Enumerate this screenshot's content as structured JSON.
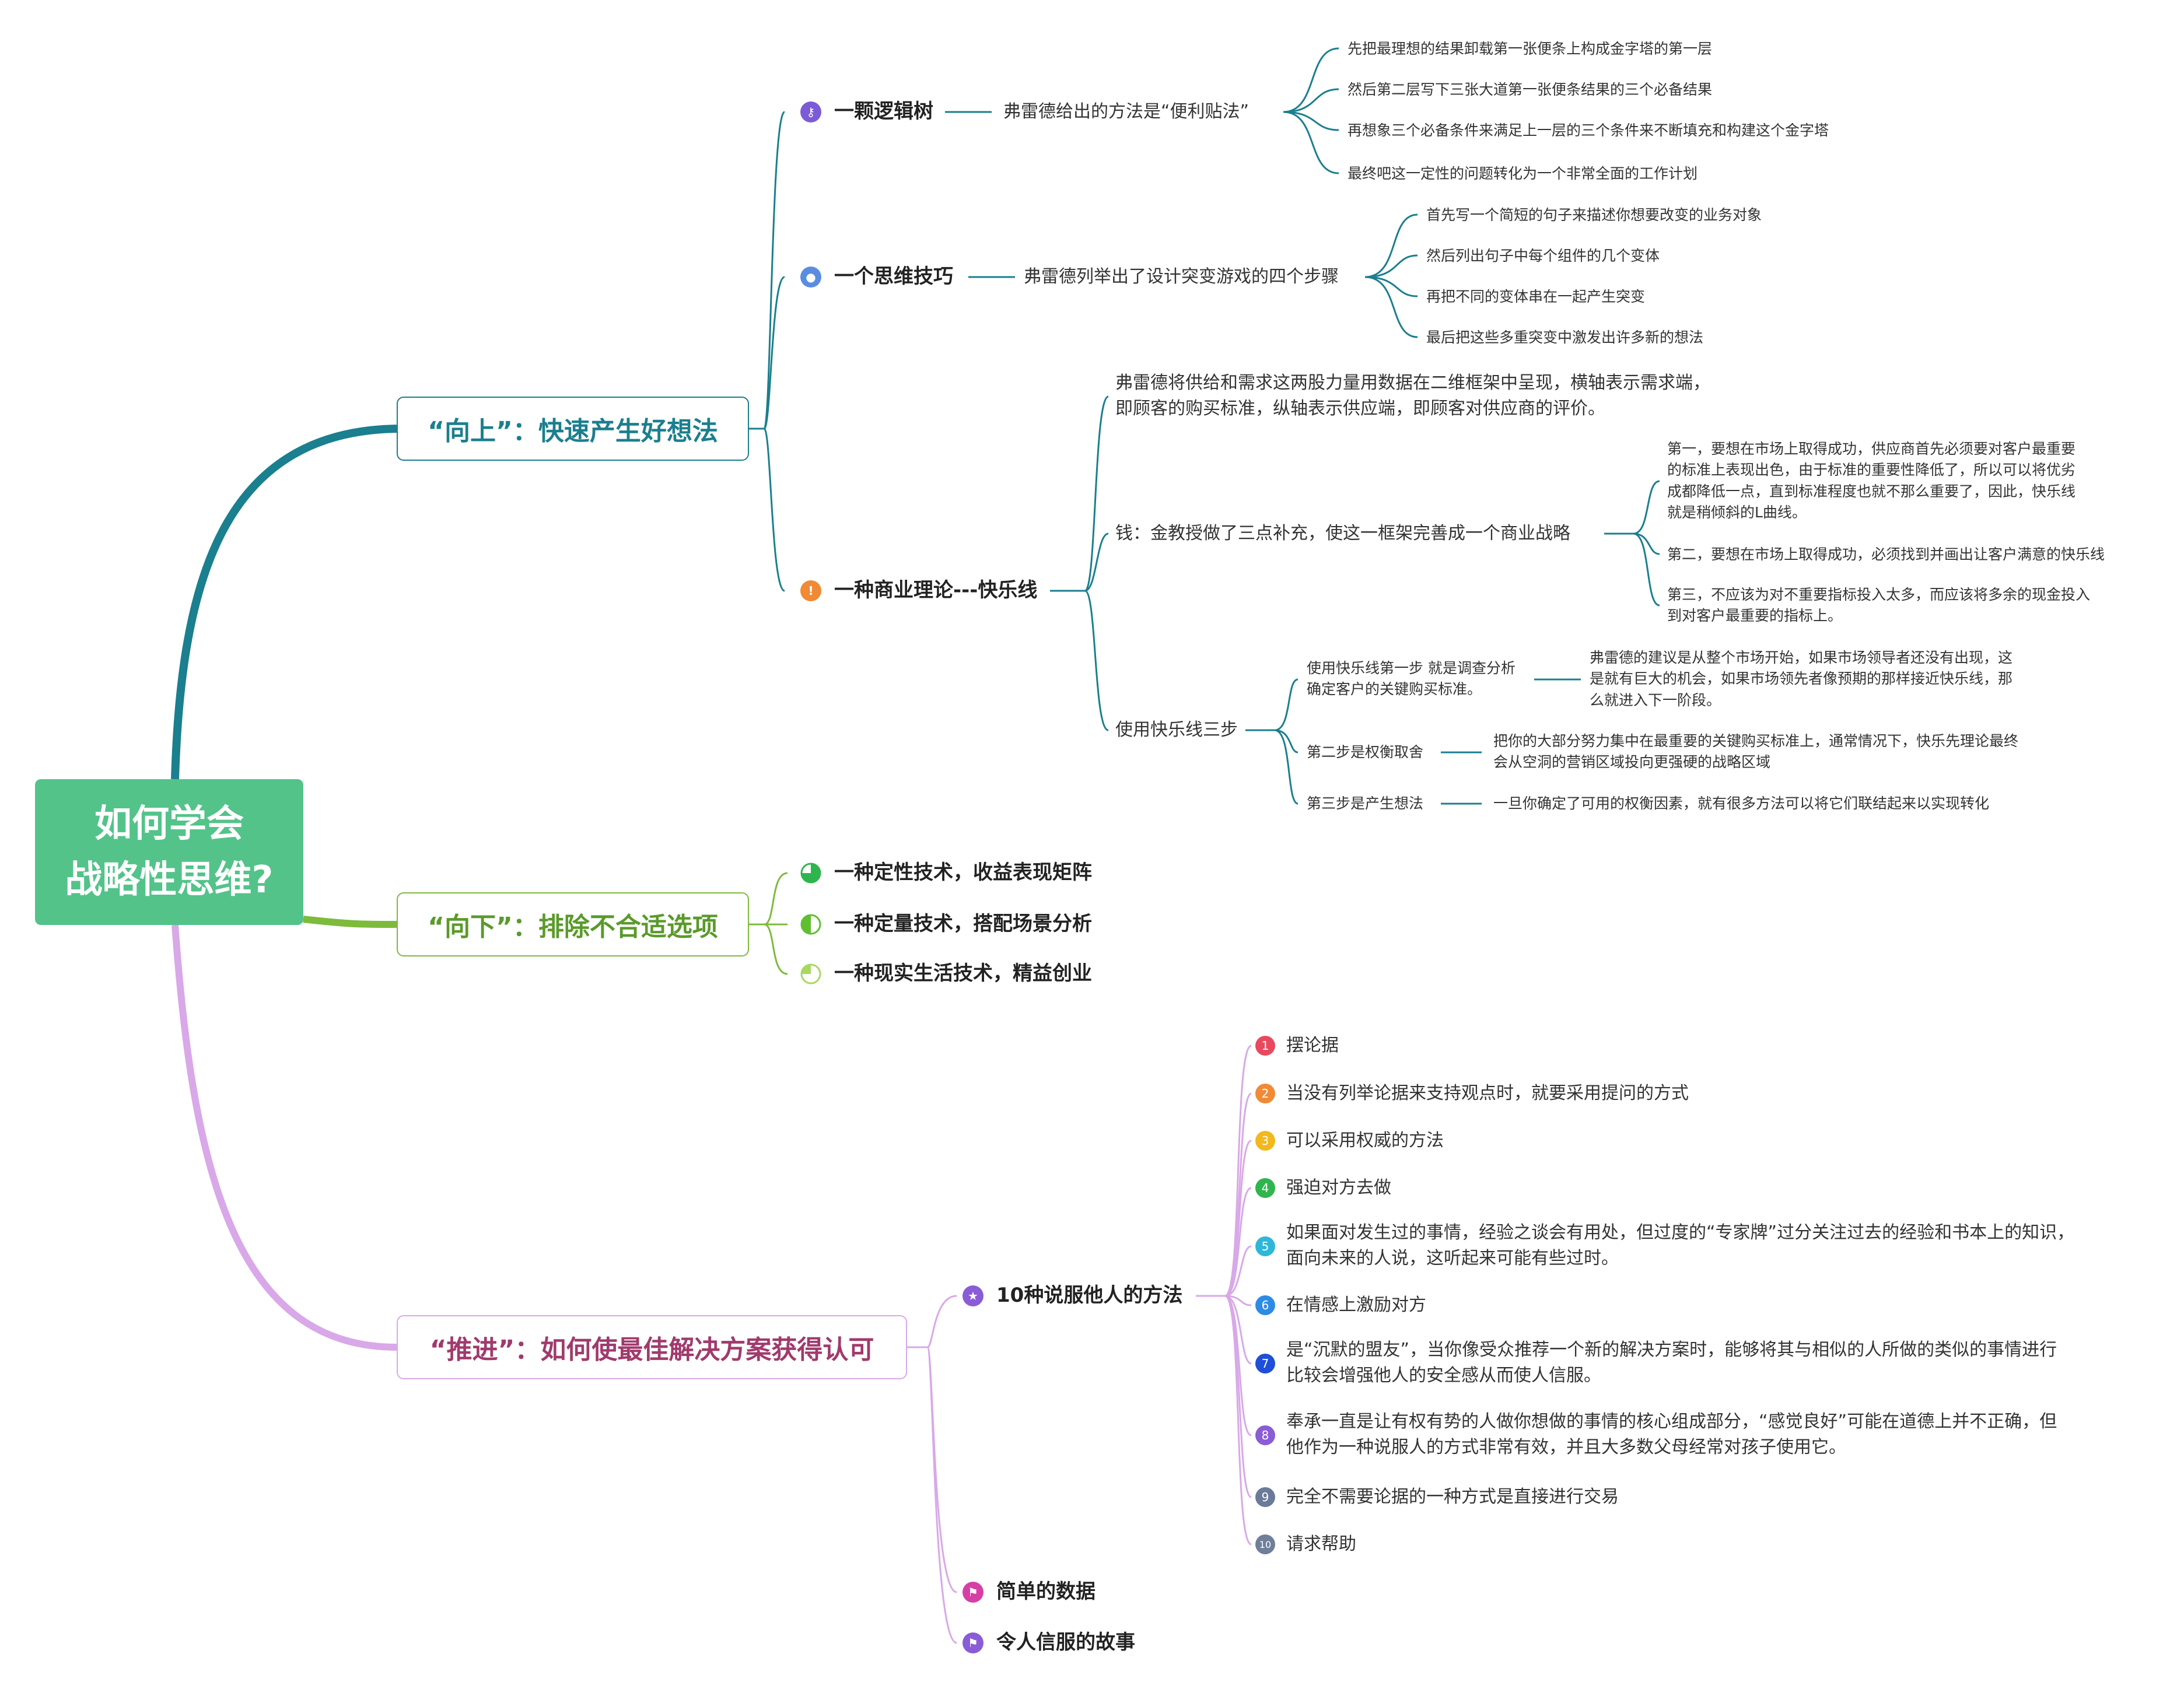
{
  "colors": {
    "root": "#53c38a",
    "up": "#1a7f8e",
    "down": "#7dbb3c",
    "push": "#d9a8e8",
    "push_text": "#a03a6c",
    "down_text": "#5a9a2a"
  },
  "root": {
    "line1": "如何学会",
    "line2": "战略性思维?"
  },
  "up": {
    "label": "“向上”：快速产生好想法",
    "logic_tree": {
      "icon": "key-icon",
      "label": "一颗逻辑树",
      "method": "弗雷德给出的方法是“便利贴法”",
      "steps": [
        "先把最理想的结果卸载第一张便条上构成金字塔的第一层",
        "然后第二层写下三张大道第一张便条结果的三个必备结果",
        "再想象三个必备条件来满足上一层的三个条件来不断填充和构建这个金字塔",
        "最终吧这一定性的问题转化为一个非常全面的工作计划"
      ]
    },
    "thinking": {
      "icon": "person-icon",
      "label": "一个思维技巧",
      "method": "弗雷德列举出了设计突变游戏的四个步骤",
      "steps": [
        "首先写一个简短的句子来描述你想要改变的业务对象",
        "然后列出句子中每个组件的几个变体",
        "再把不同的变体串在一起产生突变",
        "最后把这些多重突变中激发出许多新的想法"
      ]
    },
    "happy": {
      "icon": "lightbulb-icon",
      "label": "一种商业理论---快乐线",
      "intro_line1": "弗雷德将供给和需求这两股力量用数据在二维框架中呈现，横轴表示需求端，",
      "intro_line2": "即顾客的购买标准，纵轴表示供应端，即顾客对供应商的评价。",
      "money": {
        "label": "钱：金教授做了三点补充，使这一框架完善成一个商业战略",
        "points": [
          [
            "第一，要想在市场上取得成功，供应商首先必须要对客户最重要",
            "的标准上表现出色，由于标准的重要性降低了，所以可以将优劣",
            "成都降低一点，直到标准程度也就不那么重要了，因此，快乐线",
            "就是稍倾斜的L曲线。"
          ],
          [
            "第二，要想在市场上取得成功，必须找到并画出让客户满意的快乐线"
          ],
          [
            "第三，不应该为对不重要指标投入太多，而应该将多余的现金投入",
            "到对客户最重要的指标上。"
          ]
        ]
      },
      "use": {
        "label": "使用快乐线三步",
        "steps": [
          {
            "label": [
              "使用快乐线第一步 就是调查分析",
              "确定客户的关键购买标准。"
            ],
            "detail": [
              "弗雷德的建议是从整个市场开始，如果市场领导者还没有出现，这",
              "是就有巨大的机会，如果市场领先者像预期的那样接近快乐线，那",
              "么就进入下一阶段。"
            ]
          },
          {
            "label": [
              "第二步是权衡取舍"
            ],
            "detail": [
              "把你的大部分努力集中在最重要的关键购买标准上，通常情况下，快乐先理论最终",
              "会从空洞的营销区域投向更强硬的战略区域"
            ]
          },
          {
            "label": [
              "第三步是产生想法"
            ],
            "detail": [
              "一旦你确定了可用的权衡因素，就有很多方法可以将它们联结起来以实现转化"
            ]
          }
        ]
      }
    }
  },
  "down": {
    "label": "“向下”：排除不合适选项",
    "items": [
      {
        "icon": "progress-quarter-icon",
        "label": "一种定性技术，收益表现矩阵"
      },
      {
        "icon": "progress-half-icon",
        "label": "一种定量技术，搭配场景分析"
      },
      {
        "icon": "progress-three-quarter-icon",
        "label": "一种现实生活技术，精益创业"
      }
    ]
  },
  "push": {
    "label": "“推进”：如何使最佳解决方案获得认可",
    "persuade": {
      "icon": "star-icon",
      "label": "10种说服他人的方法",
      "methods": [
        {
          "n": "1",
          "color": "#e8495f",
          "lines": [
            "摆论据"
          ]
        },
        {
          "n": "2",
          "color": "#f08a35",
          "lines": [
            "当没有列举论据来支持观点时，就要采用提问的方式"
          ]
        },
        {
          "n": "3",
          "color": "#f2b81e",
          "lines": [
            "可以采用权威的方法"
          ]
        },
        {
          "n": "4",
          "color": "#2fb54d",
          "lines": [
            "强迫对方去做"
          ]
        },
        {
          "n": "5",
          "color": "#2fb7d8",
          "lines": [
            "如果面对发生过的事情，经验之谈会有用处，但过度的“专家牌”过分关注过去的经验和书本上的知识，",
            "面向未来的人说，这听起来可能有些过时。"
          ]
        },
        {
          "n": "6",
          "color": "#2d8be6",
          "lines": [
            "在情感上激励对方"
          ]
        },
        {
          "n": "7",
          "color": "#1f4fd8",
          "lines": [
            "是“沉默的盟友”，当你像受众推荐一个新的解决方案时，能够将其与相似的人所做的类似的事情进行",
            "比较会增强他人的安全感从而使人信服。"
          ]
        },
        {
          "n": "8",
          "color": "#8a5cd6",
          "lines": [
            "奉承一直是让有权有势的人做你想做的事情的核心组成部分，“感觉良好”可能在道德上并不正确，但",
            "他作为一种说服人的方式非常有效，并且大多数父母经常对孩子使用它。"
          ]
        },
        {
          "n": "9",
          "color": "#6a7a99",
          "lines": [
            "完全不需要论据的一种方式是直接进行交易"
          ]
        },
        {
          "n": "10",
          "color": "#6f7f9a",
          "lines": [
            "请求帮助"
          ]
        }
      ]
    },
    "data": {
      "icon": "flag-icon",
      "label": "简单的数据"
    },
    "story": {
      "icon": "flag-icon",
      "label": "令人信服的故事"
    }
  }
}
